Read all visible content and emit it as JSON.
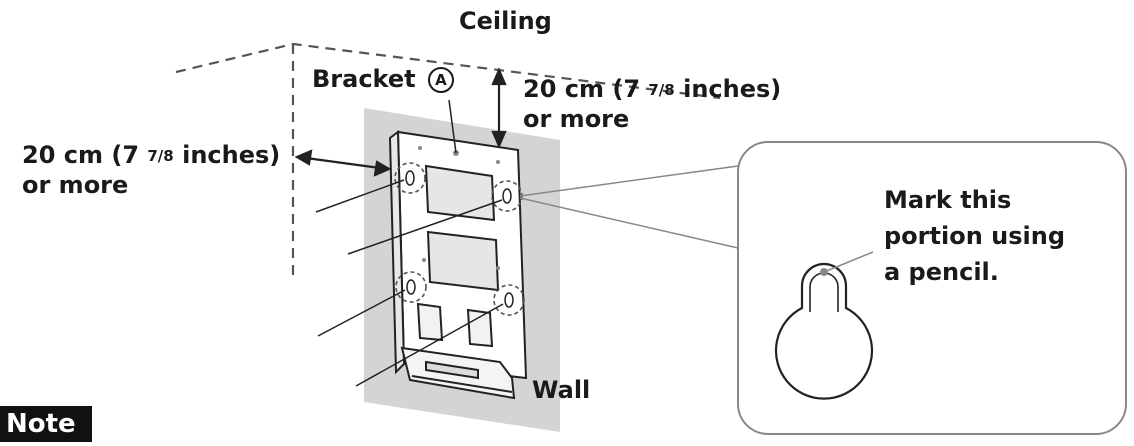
{
  "labels": {
    "ceiling": "Ceiling",
    "bracket": "Bracket",
    "bracket_mark": "A",
    "top_clearance": {
      "value": "20 cm (7 ",
      "fraction": "7/8",
      "unit": " inches)",
      "line2": "or more"
    },
    "side_clearance": {
      "value": "20 cm (7 ",
      "fraction": "7/8",
      "unit": " inches)",
      "line2": "or more"
    },
    "wall": "Wall",
    "callout": [
      "Mark this",
      "portion using",
      "a pencil."
    ],
    "note": "Note"
  },
  "colors": {
    "wall_shading": "#d4d4d4",
    "line": "#222222",
    "note_bg": "#111111",
    "note_text": "#ffffff"
  }
}
